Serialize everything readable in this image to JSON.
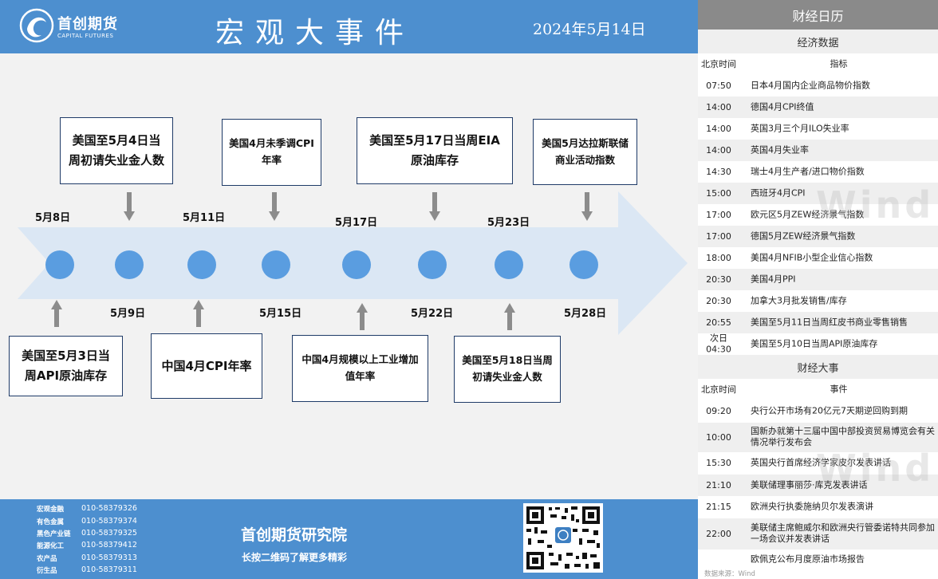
{
  "header": {
    "logo_cn": "首创期货",
    "logo_en": "CAPITAL FUTURES",
    "title": "宏观大事件",
    "date": "2024年5月14日"
  },
  "timeline": {
    "top_dates": [
      "5月8日",
      "5月11日",
      "5月17日",
      "5月23日"
    ],
    "bottom_dates": [
      "5月9日",
      "5月15日",
      "5月22日",
      "5月28日"
    ],
    "top_events": [
      "美国至5月4日当周初请失业金人数",
      "美国4月未季调CPI年率",
      "美国至5月17日当周EIA原油库存",
      "美国5月达拉斯联储商业活动指数"
    ],
    "bottom_events": [
      "美国至5月3日当周API原油库存",
      "中国4月CPI年率",
      "中国4月规模以上工业增加值年率",
      "美国至5月18日当周初请失业金人数"
    ]
  },
  "footer": {
    "contacts": [
      {
        "name": "宏观金融",
        "tel": "010-58379326"
      },
      {
        "name": "有色金属",
        "tel": "010-58379374"
      },
      {
        "name": "黑色产业链",
        "tel": "010-58379325"
      },
      {
        "name": "能源化工",
        "tel": "010-58379412"
      },
      {
        "name": "农产品",
        "tel": "010-58379313"
      },
      {
        "name": "衍生品",
        "tel": "010-58379311"
      }
    ],
    "institute": "首创期货研究院",
    "slogan": "长按二维码了解更多精彩"
  },
  "calendar": {
    "title": "财经日历",
    "econ_title": "经济数据",
    "econ_headers": {
      "time": "北京时间",
      "item": "指标"
    },
    "econ_rows": [
      {
        "time": "07:50",
        "item": "日本4月国内企业商品物价指数"
      },
      {
        "time": "14:00",
        "item": "德国4月CPI终值"
      },
      {
        "time": "14:00",
        "item": "英国3月三个月ILO失业率"
      },
      {
        "time": "14:00",
        "item": "英国4月失业率"
      },
      {
        "time": "14:30",
        "item": "瑞士4月生产者/进口物价指数"
      },
      {
        "time": "15:00",
        "item": "西班牙4月CPI"
      },
      {
        "time": "17:00",
        "item": "欧元区5月ZEW经济景气指数"
      },
      {
        "time": "17:00",
        "item": "德国5月ZEW经济景气指数"
      },
      {
        "time": "18:00",
        "item": "美国4月NFIB小型企业信心指数"
      },
      {
        "time": "20:30",
        "item": "美国4月PPI"
      },
      {
        "time": "20:30",
        "item": "加拿大3月批发销售/库存"
      },
      {
        "time": "20:55",
        "item": "美国至5月11日当周红皮书商业零售销售"
      },
      {
        "time": "次日\n04:30",
        "item": "美国至5月10日当周API原油库存"
      }
    ],
    "events_title": "财经大事",
    "events_headers": {
      "time": "北京时间",
      "item": "事件"
    },
    "events_rows": [
      {
        "time": "09:20",
        "item": "央行公开市场有20亿元7天期逆回购到期"
      },
      {
        "time": "10:00",
        "item": "国新办就第十三届中国中部投资贸易博览会有关情况举行发布会"
      },
      {
        "time": "15:30",
        "item": "英国央行首席经济学家皮尔发表讲话"
      },
      {
        "time": "21:10",
        "item": "美联储理事丽莎·库克发表讲话"
      },
      {
        "time": "21:15",
        "item": "欧洲央行执委施纳贝尔发表演讲"
      },
      {
        "time": "22:00",
        "item": "美联储主席鲍威尔和欧洲央行管委诺特共同参加一场会议并发表讲话"
      },
      {
        "time": "",
        "item": "欧佩克公布月度原油市场报告"
      }
    ],
    "watermark": "Wind",
    "source": "数据来源：Wind"
  }
}
